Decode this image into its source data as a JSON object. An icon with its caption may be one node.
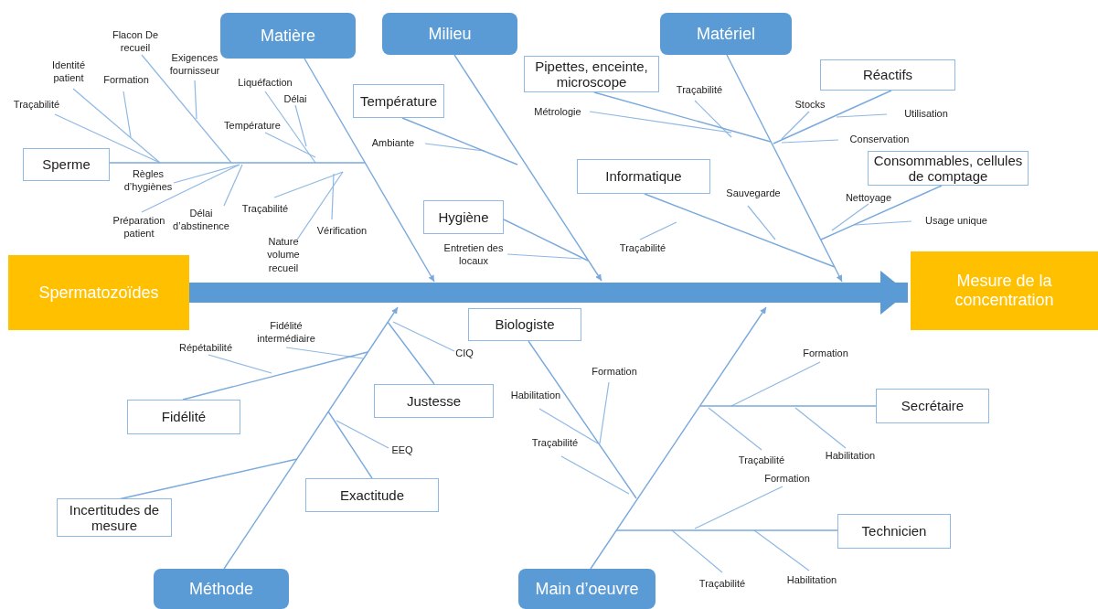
{
  "diagram": {
    "nodes": [
      {
        "text": [
          "Spermatozoïdes"
        ]
      },
      {
        "text": [
          "Mesure de la concentration"
        ]
      },
      {
        "text": [
          "Matière"
        ]
      },
      {
        "text": [
          "Milieu"
        ]
      },
      {
        "text": [
          "Matériel"
        ]
      },
      {
        "text": [
          "Sperme"
        ]
      },
      {
        "text": [
          "Température"
        ]
      },
      {
        "text": [
          "Hygiène"
        ]
      },
      {
        "text": [
          "Pipettes, enceinte, microscope"
        ]
      },
      {
        "text": [
          "Réactifs"
        ]
      },
      {
        "text": [
          "Informatique"
        ]
      },
      {
        "text": [
          "Consommables, cellules de comptage"
        ]
      },
      {
        "text": [
          "Fidélité"
        ]
      },
      {
        "text": [
          "Justesse"
        ]
      },
      {
        "text": [
          "Exactitude"
        ]
      },
      {
        "text": [
          "Incertitudes de mesure"
        ]
      },
      {
        "text": [
          "Biologiste"
        ]
      },
      {
        "text": [
          "Secrétaire"
        ]
      },
      {
        "text": [
          "Technicien"
        ]
      },
      {
        "text": [
          "Méthode"
        ]
      },
      {
        "text": [
          "Main d’oeuvre"
        ]
      }
    ],
    "edges": [
      {
        "from": 0,
        "to": 1,
        "arrow": "to",
        "style": "thick"
      },
      {
        "from": 2,
        "to": null,
        "arrow": "to"
      },
      {
        "from": 3,
        "to": null,
        "arrow": "to"
      },
      {
        "from": 4,
        "to": null,
        "arrow": "to"
      },
      {
        "from": 19,
        "to": null,
        "arrow": "to"
      },
      {
        "from": 20,
        "to": null,
        "arrow": "to"
      },
      {
        "from": 5,
        "to": null,
        "arrow": "none"
      },
      {
        "from": 6,
        "to": null,
        "arrow": "none"
      },
      {
        "from": 7,
        "to": null,
        "arrow": "none"
      },
      {
        "from": 8,
        "to": null,
        "arrow": "none"
      },
      {
        "from": 9,
        "to": null,
        "arrow": "none"
      },
      {
        "from": 10,
        "to": null,
        "arrow": "none"
      },
      {
        "from": 11,
        "to": null,
        "arrow": "none"
      },
      {
        "from": 12,
        "to": null,
        "arrow": "none"
      },
      {
        "from": 13,
        "to": null,
        "arrow": "none"
      },
      {
        "from": 14,
        "to": null,
        "arrow": "none"
      },
      {
        "from": 15,
        "to": null,
        "arrow": "none"
      },
      {
        "from": 16,
        "to": null,
        "arrow": "none"
      },
      {
        "from": 17,
        "to": null,
        "arrow": "none"
      },
      {
        "from": 18,
        "to": null,
        "arrow": "none"
      }
    ],
    "labels": [
      "Flacon De recueil",
      "Identité patient",
      "Exigences fournisseur",
      "Formation",
      "Liquéfaction",
      "Délai",
      "Traçabilité",
      "Température",
      "Règles d’hygiènes",
      "Préparation patient",
      "Délai d’abstinence",
      "Traçabilité",
      "Vérification",
      "Nature volume recueil",
      "Ambiante",
      "Entretien des locaux",
      "Traçabilité",
      "Métrologie",
      "Stocks",
      "Utilisation",
      "Conservation",
      "Sauvegarde",
      "Nettoyage",
      "Usage unique",
      "Traçabilité",
      "Fidélité intermédiaire",
      "Répétabilité",
      "CIQ",
      "EEQ",
      "Formation",
      "Habilitation",
      "Traçabilité",
      "Formation",
      "Traçabilité",
      "Habilitation",
      "Formation",
      "Traçabilité",
      "Habilitation"
    ]
  }
}
